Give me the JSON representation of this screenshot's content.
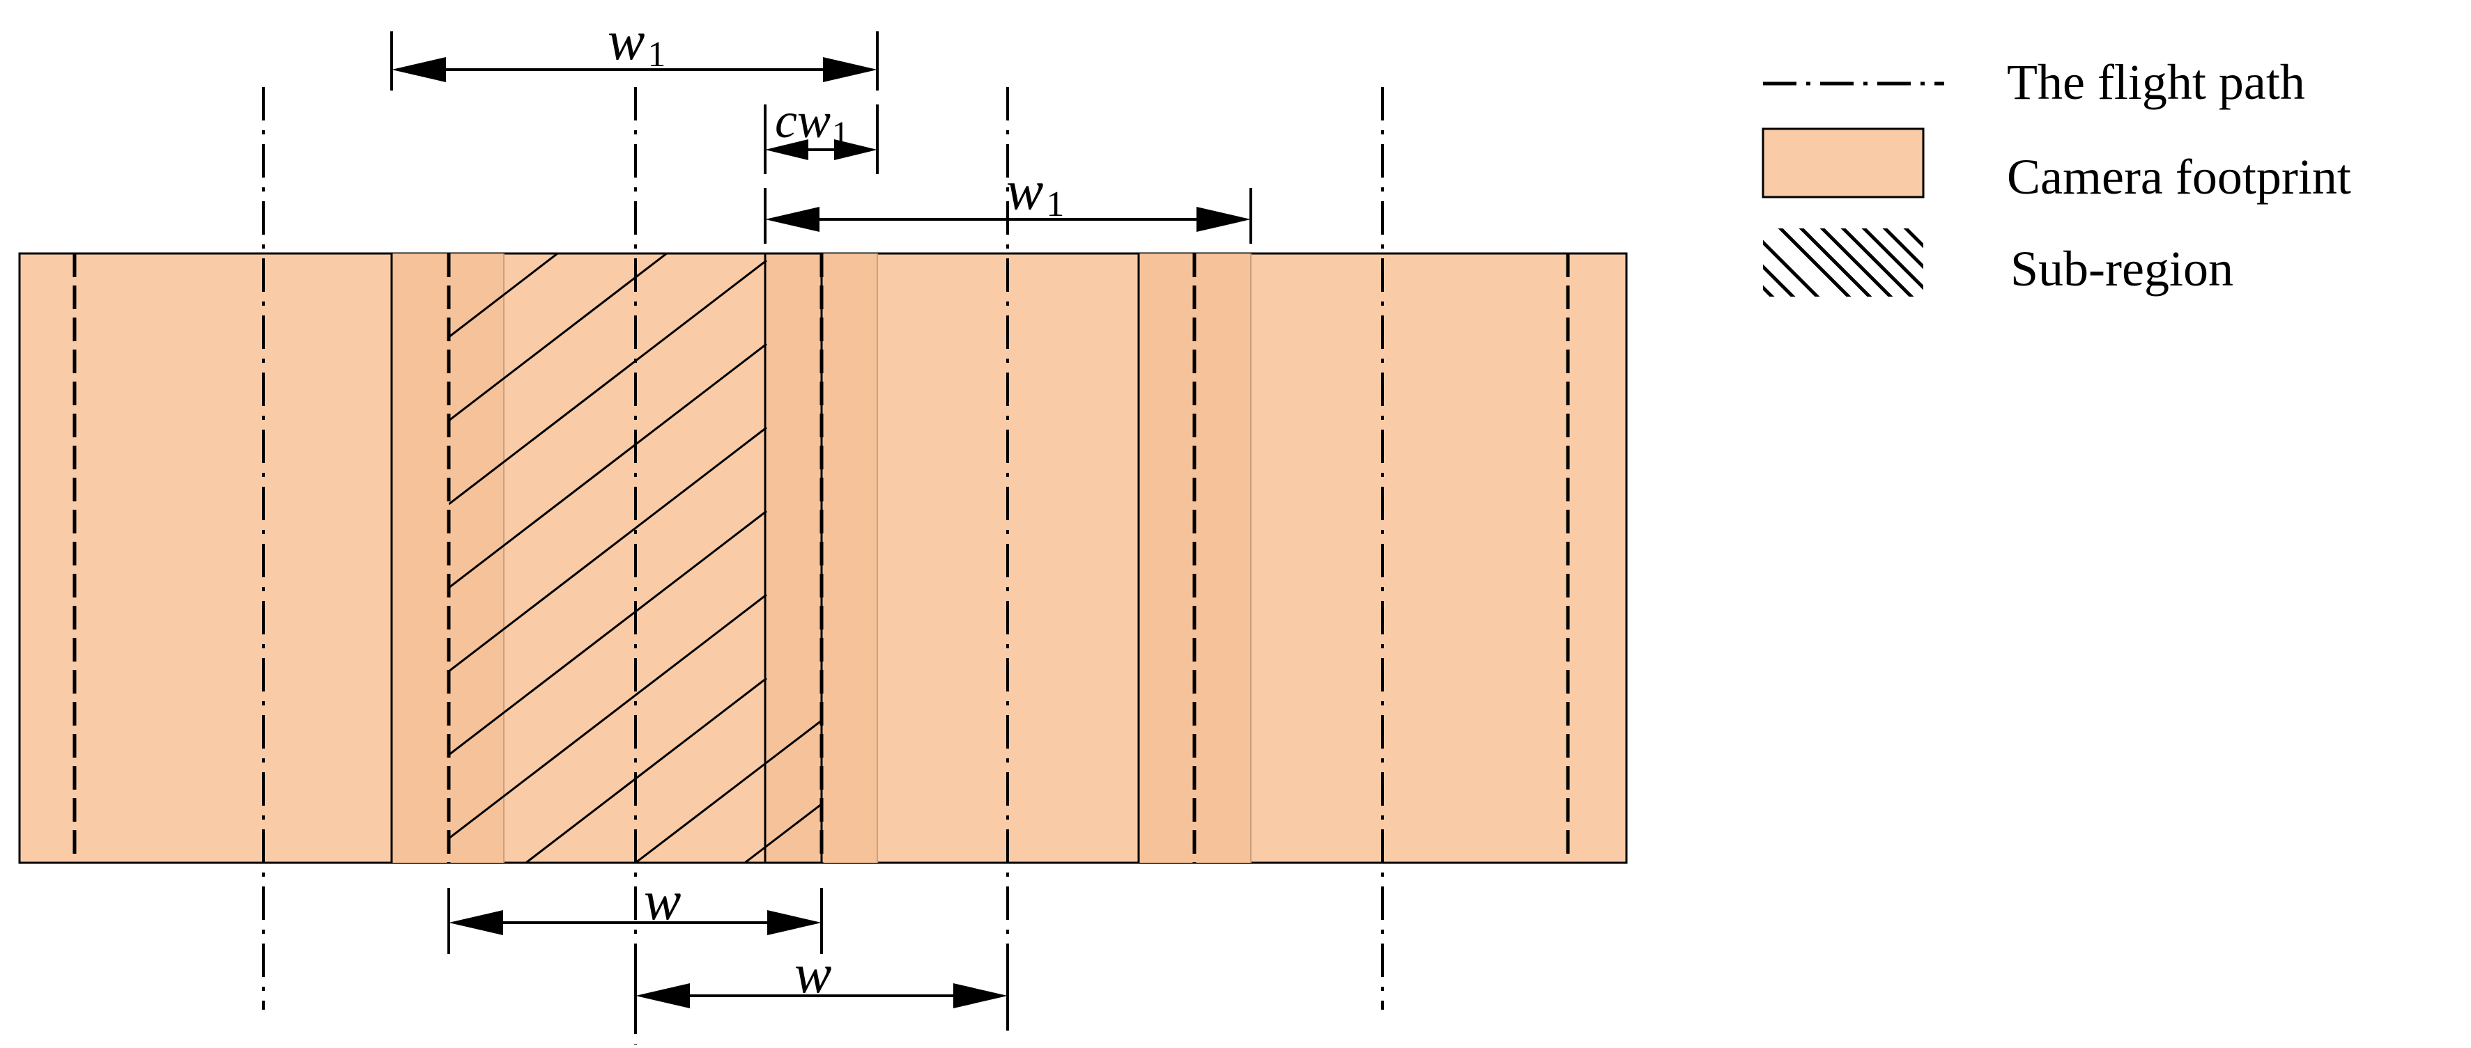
{
  "colors": {
    "footprint_fill": "#f9cba6",
    "footprint_overlap": "#f5c29a",
    "line": "#000000",
    "background": "#ffffff"
  },
  "legend": {
    "items": [
      {
        "icon": "dash-dot-line-icon",
        "label": "The flight path"
      },
      {
        "icon": "camera-footprint-swatch-icon",
        "label": "Camera footprint"
      },
      {
        "icon": "hatched-swatch-icon",
        "label": "Sub-region"
      }
    ]
  },
  "annotations": {
    "w1_top": {
      "main": "w",
      "sub": "1"
    },
    "cw1": {
      "prefix": "c",
      "main": "w",
      "sub": "1"
    },
    "w1_mid": {
      "main": "w",
      "sub": "1"
    },
    "w_bottom_1": {
      "main": "w"
    },
    "w_bottom_2": {
      "main": "w"
    }
  }
}
